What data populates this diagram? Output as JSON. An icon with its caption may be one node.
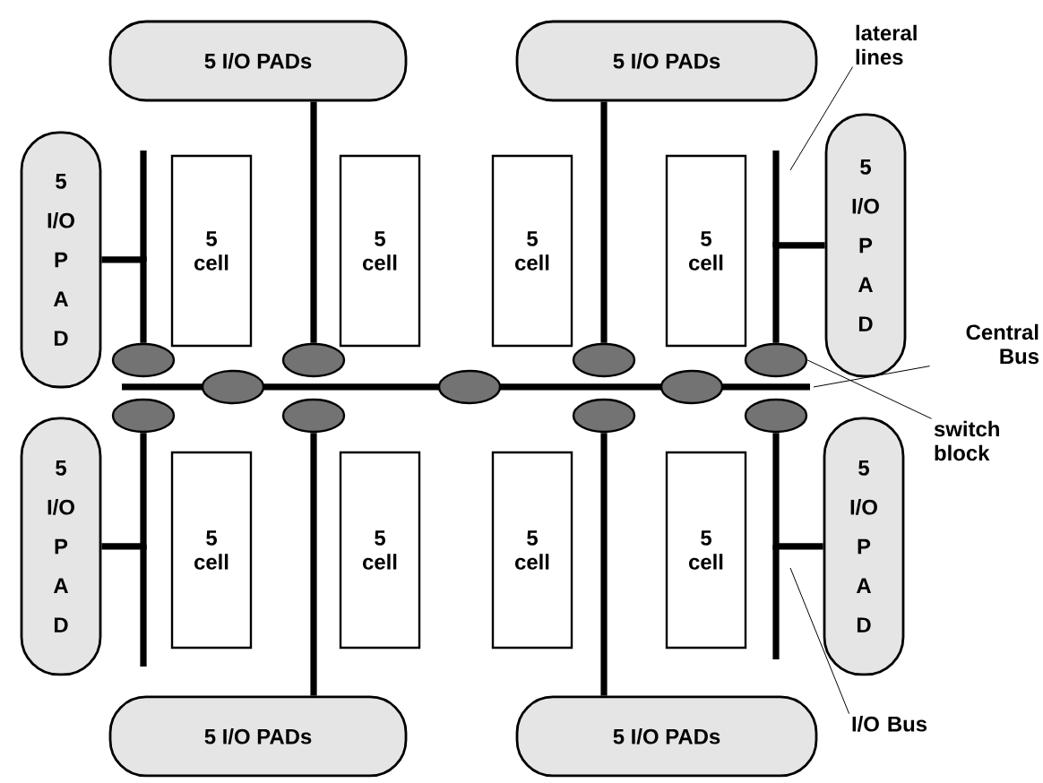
{
  "diagram": {
    "nodes": [
      {
        "text": [
          "5 I/O PADs"
        ]
      },
      {
        "text": [
          "5 I/O PADs"
        ]
      },
      {
        "text": [
          "lateral lines"
        ]
      },
      {
        "text": [
          "5 I/O P A D"
        ]
      },
      {
        "text": [
          "5 cell"
        ]
      },
      {
        "text": [
          "5 cell"
        ]
      },
      {
        "text": [
          "5 cell"
        ]
      },
      {
        "text": [
          "5 cell"
        ]
      },
      {
        "text": [
          "5 I/O P A D"
        ]
      },
      {
        "text": [
          "Central Bus"
        ]
      },
      {
        "text": [],
        "shape": "ellipse"
      },
      {
        "text": [],
        "shape": "ellipse"
      },
      {
        "text": [],
        "shape": "ellipse"
      },
      {
        "text": [],
        "shape": "ellipse"
      },
      {
        "text": [],
        "shape": "ellipse"
      },
      {
        "text": [],
        "shape": "ellipse"
      },
      {
        "text": [],
        "shape": "ellipse"
      },
      {
        "text": [
          "switch block"
        ]
      },
      {
        "text": [],
        "shape": "ellipse"
      },
      {
        "text": [],
        "shape": "ellipse"
      },
      {
        "text": [],
        "shape": "ellipse"
      },
      {
        "text": [],
        "shape": "ellipse"
      },
      {
        "text": [
          "5 I/O P A D"
        ]
      },
      {
        "text": [
          "5 cell"
        ]
      },
      {
        "text": [
          "5 cell"
        ]
      },
      {
        "text": [
          "5 cell"
        ]
      },
      {
        "text": [
          "5 cell"
        ]
      },
      {
        "text": [
          "5 I/O P A D"
        ]
      },
      {
        "text": [
          "I/O Bus"
        ]
      },
      {
        "text": [
          "5 I/O PADs"
        ]
      },
      {
        "text": [
          "5 I/O PADs"
        ]
      }
    ],
    "edges": [
      {
        "from": 0,
        "to": 11,
        "arrow": "none"
      },
      {
        "from": 1,
        "to": 12,
        "arrow": "none"
      },
      {
        "from": 3,
        "to": 10,
        "arrow": "none"
      },
      {
        "from": 8,
        "to": 13,
        "arrow": "none"
      },
      {
        "from": 18,
        "to": 22,
        "arrow": "none"
      },
      {
        "from": 19,
        "to": 29,
        "arrow": "none"
      },
      {
        "from": 20,
        "to": 30,
        "arrow": "none"
      },
      {
        "from": 21,
        "to": 27,
        "arrow": "none"
      },
      {
        "from": 2,
        "to": null,
        "arrow": "none"
      },
      {
        "from": 9,
        "to": null,
        "arrow": "none"
      },
      {
        "from": 17,
        "to": 13,
        "arrow": "none"
      },
      {
        "from": 28,
        "to": null,
        "arrow": "none"
      }
    ]
  }
}
